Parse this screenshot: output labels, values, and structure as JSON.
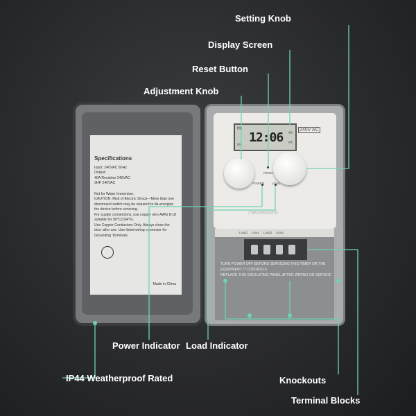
{
  "callouts": {
    "setting_knob": "Setting Knob",
    "display_screen": "Display Screen",
    "reset_button": "Reset Button",
    "adjustment_knob": "Adjustment Knob",
    "power_indicator": "Power Indicator",
    "load_indicator": "Load Indicator",
    "ip44": "IP44 Weatherproof Rated",
    "knockouts": "Knockouts",
    "terminal_blocks": "Terminal Blocks"
  },
  "label_sheet": {
    "title": "Specifications",
    "lines": [
      "Input: 240VAC 60Hz",
      "Output:",
      "40A Resistive 240VAC",
      "3HP 240VAC"
    ],
    "caution": [
      "Not for Water Immersion.",
      "CAUTION: Risk of Electric Shock—More than one disconnect switch may be required to de-energize the device before servicing.",
      "For supply connections, use copper wire AWG 8-18 suitable for 90°C(194°F).",
      "Use Copper Conductors Only. Always close the door after use. Use listed wiring connector for Grounding Terminals."
    ],
    "made_in": "Made in China"
  },
  "device": {
    "day": "MO",
    "on": "ON",
    "time": "12:06",
    "am": "AM",
    "pm": "PM",
    "voltage": "240V AC",
    "reset": "RESET",
    "power": "POWER",
    "load": "LOAD",
    "brand": "Hewenwils",
    "terminals": [
      "Load1",
      "Line1",
      "Load2",
      "Line2"
    ],
    "warning": [
      "TURN POWER OFF BEFORE SERVICING THIS TIMER OR THE EQUIPMENT IT CONTROLS",
      "REPLACE THIS INSULATING PANEL AFTER WIRING OR SERVICE"
    ]
  },
  "colors": {
    "accent": "#6fd3b4"
  }
}
